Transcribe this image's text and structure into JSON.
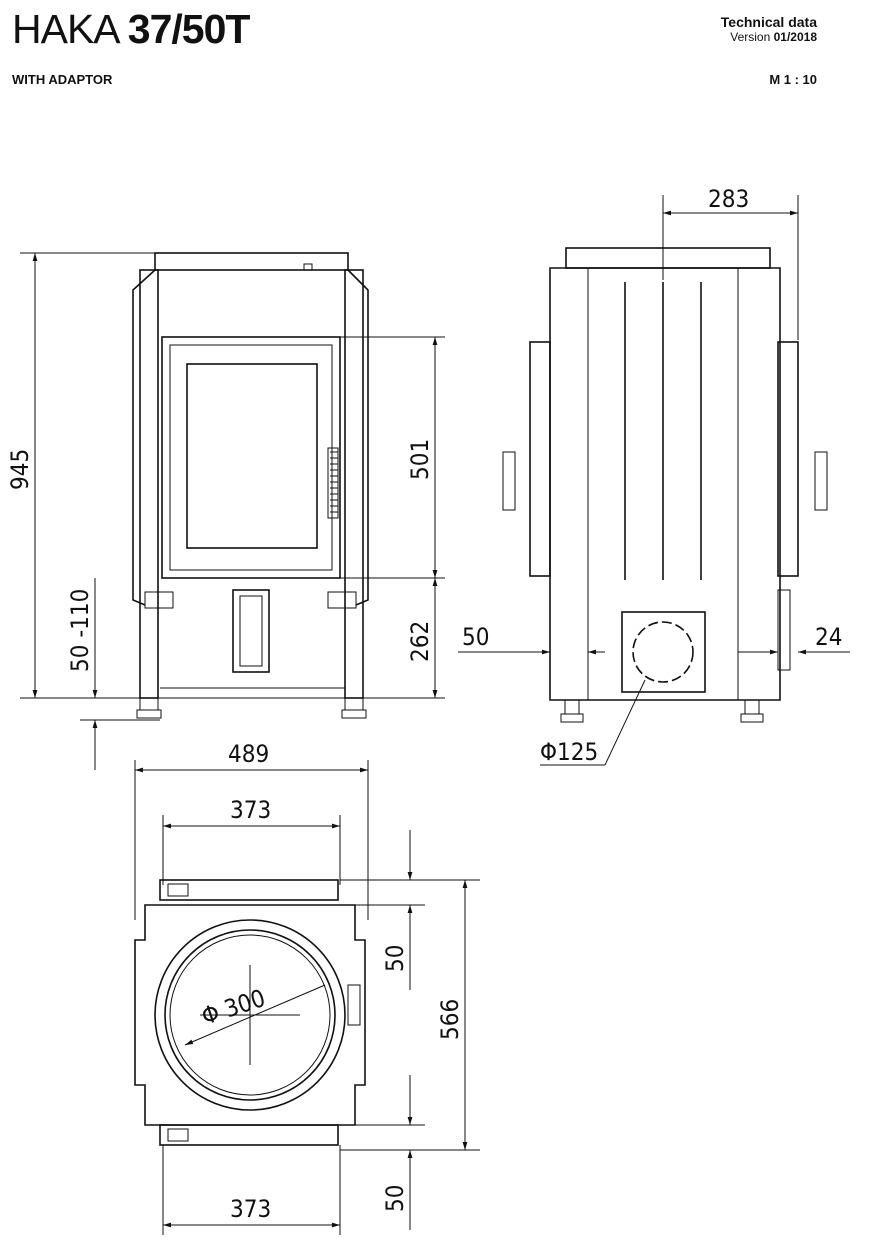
{
  "header": {
    "model_prefix": "HAKA",
    "model_number": "37/50T",
    "subtitle": "WITH ADAPTOR",
    "doc_type": "Technical data",
    "version_label": "Version",
    "version_value": "01/2018",
    "scale": "M 1 : 10"
  },
  "front_view": {
    "height_total": "945",
    "door_height": "501",
    "door_bottom_height": "262",
    "foot_adjust": "50 -110"
  },
  "side_view": {
    "flue_offset": "283",
    "rear_offset": "50",
    "side_offset": "24",
    "flue_diameter": "Φ125"
  },
  "top_view": {
    "overall_width": "489",
    "inner_width_top": "373",
    "inner_width_bottom": "373",
    "depth": "566",
    "offset_front": "50",
    "offset_back": "50",
    "adaptor_diameter": "Φ 300"
  }
}
